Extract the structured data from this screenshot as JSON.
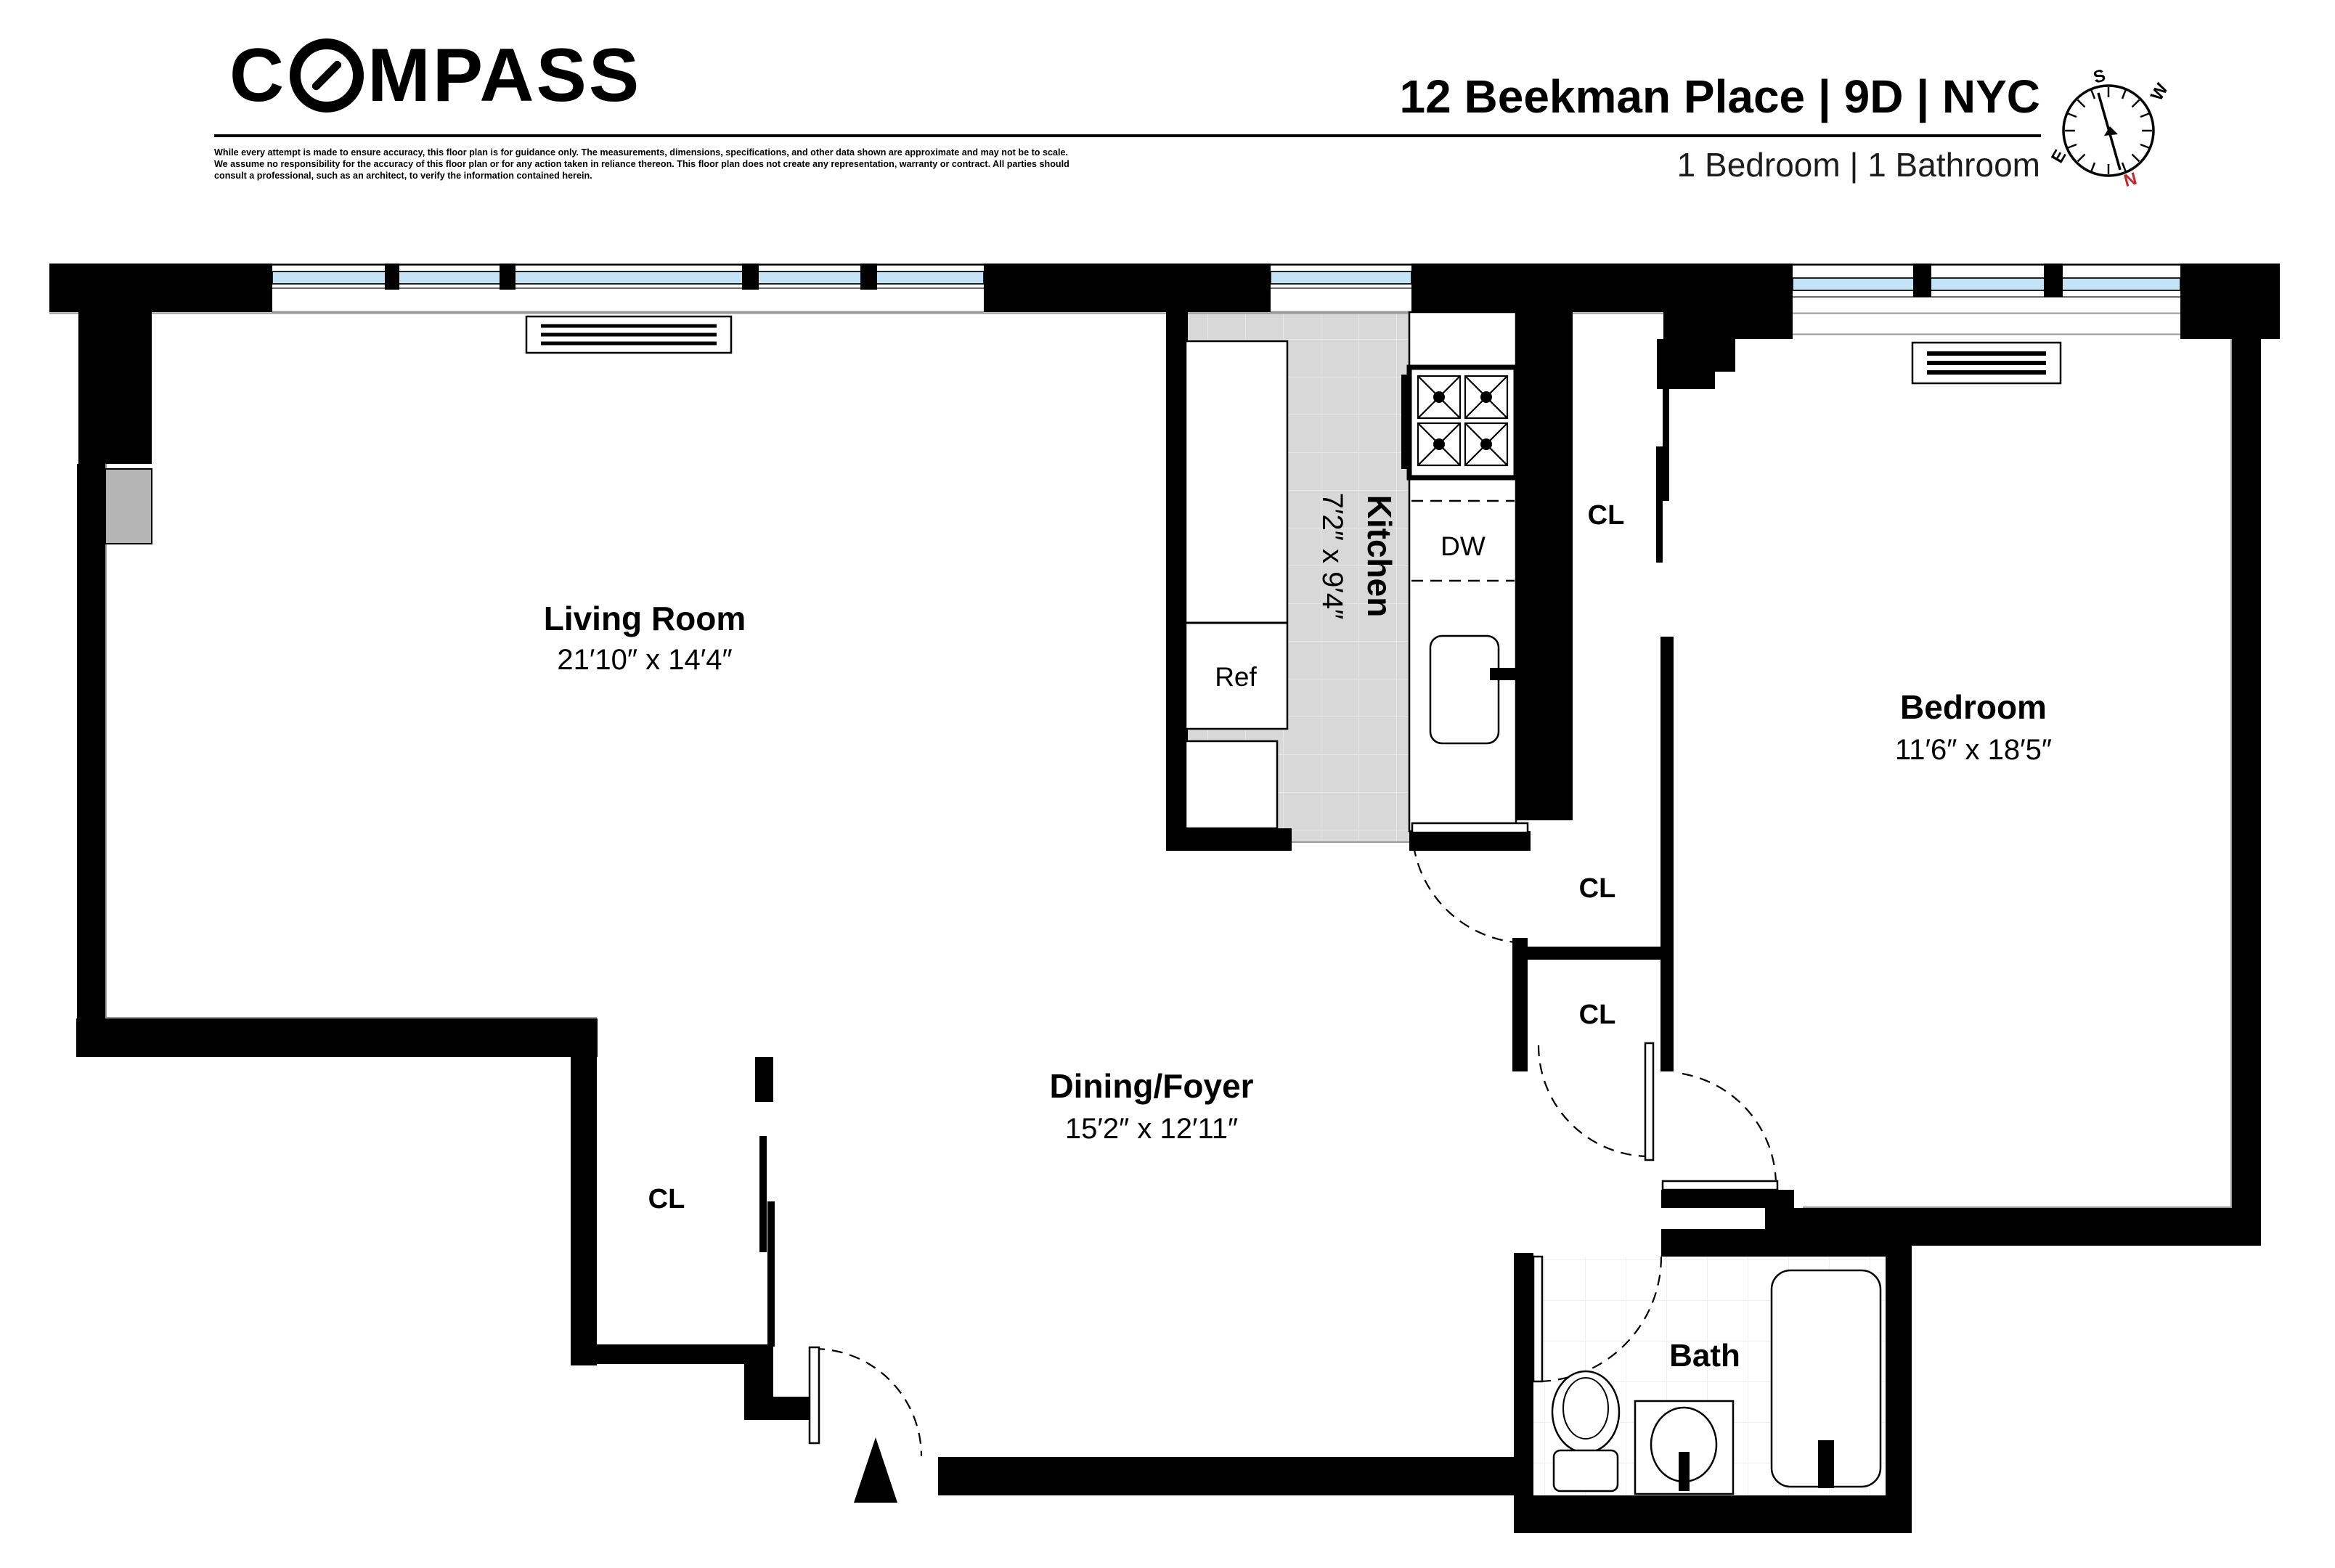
{
  "header": {
    "logo": {
      "left": "C",
      "rest": "MPASS"
    },
    "title": "12 Beekman Place | 9D | NYC",
    "subtitle": "1 Bedroom | 1 Bathroom",
    "disclaimer_lines": [
      "While every attempt is made to ensure accuracy, this floor plan is for guidance only. The measurements, dimensions, specifications, and other data shown are approximate and may not be to scale.",
      "We assume no responsibility for the accuracy of this floor plan or for any action taken in reliance thereon. This floor plan does not create any representation, warranty or contract. All parties should",
      "consult a professional, such as an architect, to verify the information contained herein."
    ],
    "compass": {
      "n": "N",
      "s": "S",
      "e": "E",
      "w": "W",
      "north_color": "#c1272d"
    }
  },
  "floor_plan": {
    "rooms": [
      {
        "name": "Living Room",
        "dimensions": "21′10″ x 14′4″"
      },
      {
        "name": "Kitchen",
        "dimensions": "7′2″ x 9′4″"
      },
      {
        "name": "Bedroom",
        "dimensions": "11′6″ x 18′5″"
      },
      {
        "name": "Dining/Foyer",
        "dimensions": "15′2″ x 12′11″"
      },
      {
        "name": "Bath",
        "dimensions": ""
      }
    ],
    "closet_label": "CL",
    "labels": {
      "refrigerator": "Ref",
      "dishwasher": "DW"
    },
    "colors": {
      "wall": "#000000",
      "window_glass": "#c5e3f7",
      "kitchen_floor": "#d8d8d8",
      "utility_shaft": "#b5b5b5"
    }
  }
}
